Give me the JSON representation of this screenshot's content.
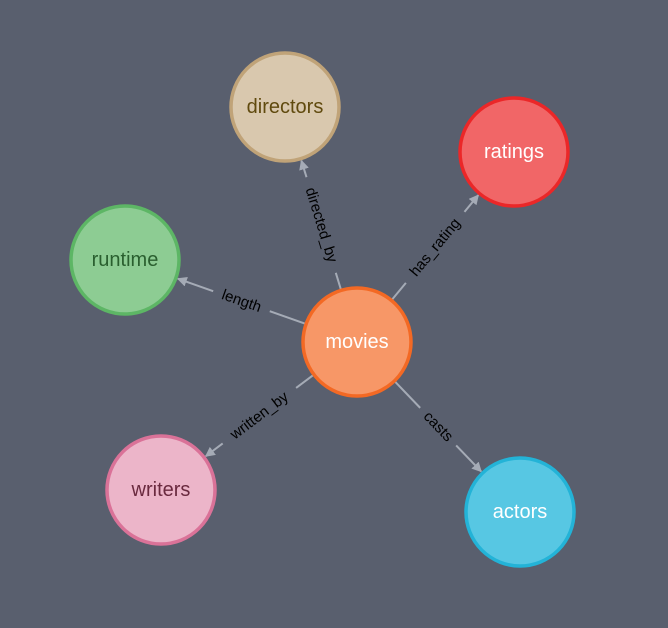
{
  "graph": {
    "background": "#595f6e",
    "edge_color": "#a5abb6",
    "nodes": [
      {
        "id": "movies",
        "label": "movies",
        "fill": "#f79767",
        "stroke": "#f36924",
        "text": "#ffffff"
      },
      {
        "id": "directors",
        "label": "directors",
        "fill": "#d9c8ae",
        "stroke": "#c0a378",
        "text": "#604a0e"
      },
      {
        "id": "ratings",
        "label": "ratings",
        "fill": "#f16667",
        "stroke": "#eb2728",
        "text": "#ffffff"
      },
      {
        "id": "runtime",
        "label": "runtime",
        "fill": "#8dcc93",
        "stroke": "#5db665",
        "text": "#2a5f2f"
      },
      {
        "id": "writers",
        "label": "writers",
        "fill": "#ecb5c9",
        "stroke": "#da7298",
        "text": "#6a2a3f"
      },
      {
        "id": "actors",
        "label": "actors",
        "fill": "#57c7e3",
        "stroke": "#23b3d7",
        "text": "#ffffff"
      }
    ],
    "edges": [
      {
        "source": "movies",
        "target": "directors",
        "label": "directed_by"
      },
      {
        "source": "movies",
        "target": "ratings",
        "label": "has_rating"
      },
      {
        "source": "movies",
        "target": "runtime",
        "label": "length"
      },
      {
        "source": "movies",
        "target": "writers",
        "label": "written_by"
      },
      {
        "source": "movies",
        "target": "actors",
        "label": "casts"
      }
    ]
  }
}
